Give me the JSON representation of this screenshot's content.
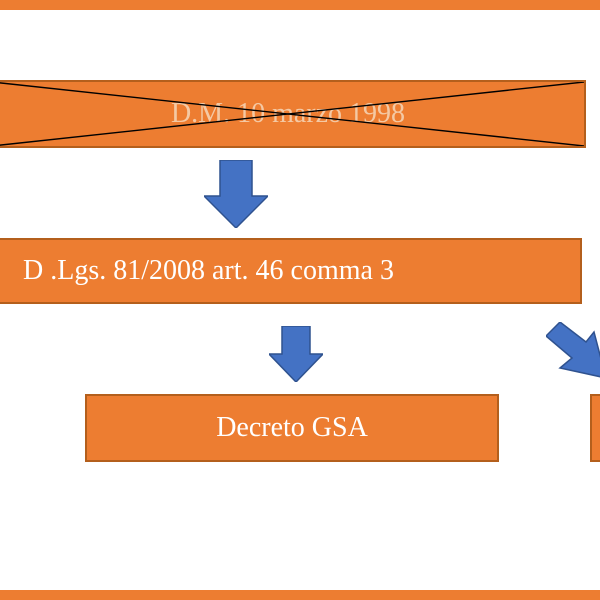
{
  "colors": {
    "box_fill": "#ed7d31",
    "box_border": "#b45f1c",
    "arrow_fill": "#4472c4",
    "arrow_border": "#2f528f",
    "band": "#ed7d31",
    "cross_line": "#000000"
  },
  "diagram": {
    "superseded_decree": "D.M. 10 marzo 1998",
    "current_law": "D .Lgs. 81/2008 art. 46 comma 3",
    "child_decree": "Decreto GSA",
    "superseded_struck_through": true
  }
}
